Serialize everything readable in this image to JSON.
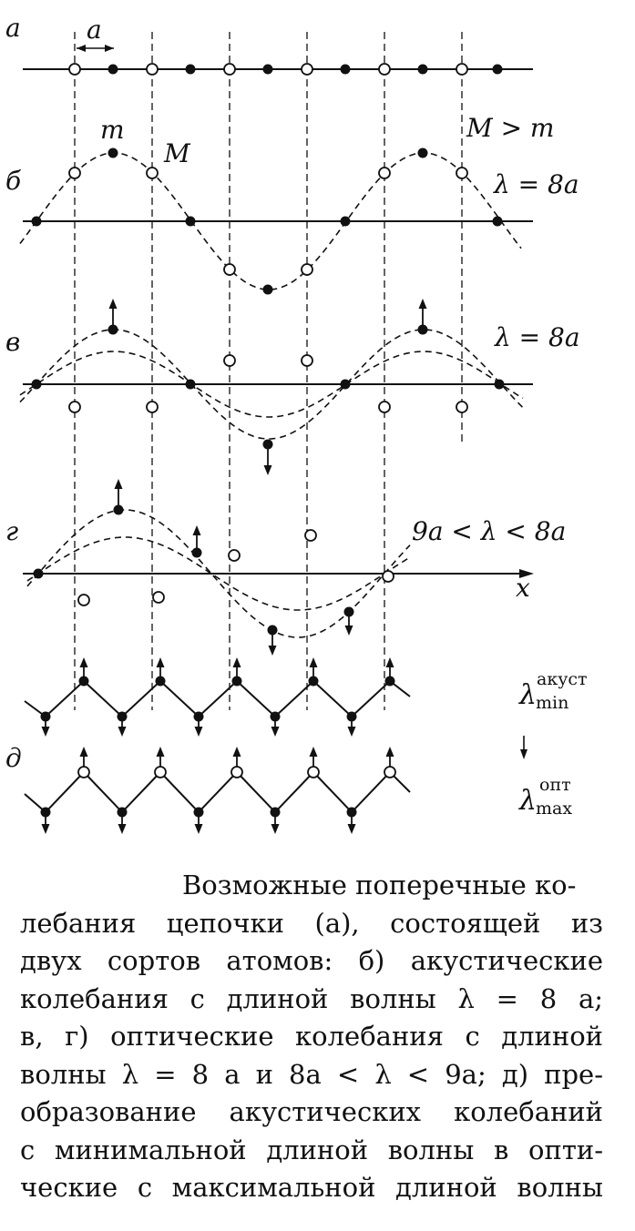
{
  "panels": {
    "a": {
      "label": "а"
    },
    "b": {
      "label": "б"
    },
    "v": {
      "label": "в"
    },
    "g": {
      "label": "г"
    },
    "d": {
      "label": "д"
    }
  },
  "annotations": {
    "spacing": "a",
    "m": "m",
    "M": "M",
    "mass_relation": "M > m",
    "lambda_b": "λ = 8a",
    "lambda_v": "λ = 8a",
    "lambda_g": "9a < λ < 8a",
    "x_axis": "x",
    "lambda_min_base": "λ",
    "lambda_min_sup": "акуст",
    "lambda_min_sub": "min",
    "lambda_max_base": "λ",
    "lambda_max_sup": "опт",
    "lambda_max_sub": "max"
  },
  "caption": {
    "lines": [
      "Возможные поперечные ко-",
      "лебания цепочки (а), состоящей из",
      "двух сортов атомов: б) акустические",
      "колебания с длиной волны λ = 8 a;",
      "в, г) оптические колебания с длиной",
      "волны λ = 8 a и 8a < λ < 9a; д) пре-",
      "образование акустических колебаний",
      "с минимальной длиной волны в опти-",
      "ческие с максимальной длиной волны"
    ]
  },
  "colors": {
    "ink": "#111111",
    "paper": "#ffffff"
  }
}
